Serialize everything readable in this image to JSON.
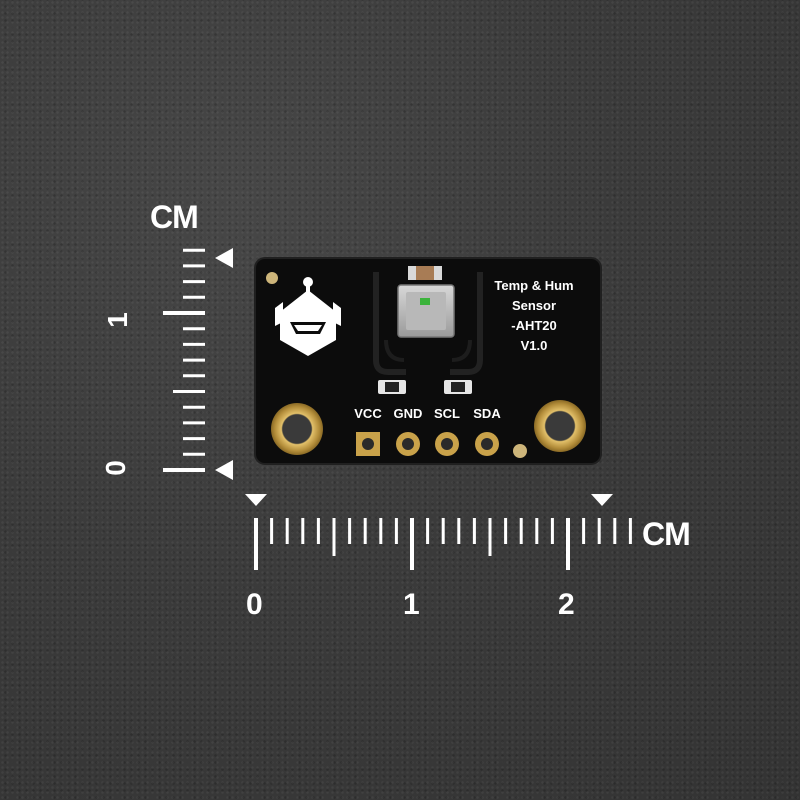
{
  "ruler_vertical": {
    "unit": "CM",
    "labels": [
      "1",
      "0"
    ]
  },
  "ruler_horizontal": {
    "unit": "CM",
    "labels": [
      "0",
      "1",
      "2"
    ]
  },
  "board": {
    "title_lines": [
      "Temp & Hum",
      "Sensor",
      "-AHT20",
      "V1.0"
    ],
    "pins": [
      "VCC",
      "GND",
      "SCL",
      "SDA"
    ],
    "colors": {
      "pcb": "#0d0d0d",
      "silkscreen": "#ffffff",
      "gold": "#c9a24a",
      "background": "#3a3a3a"
    },
    "logo_icon": "robot-head-logo-icon"
  }
}
